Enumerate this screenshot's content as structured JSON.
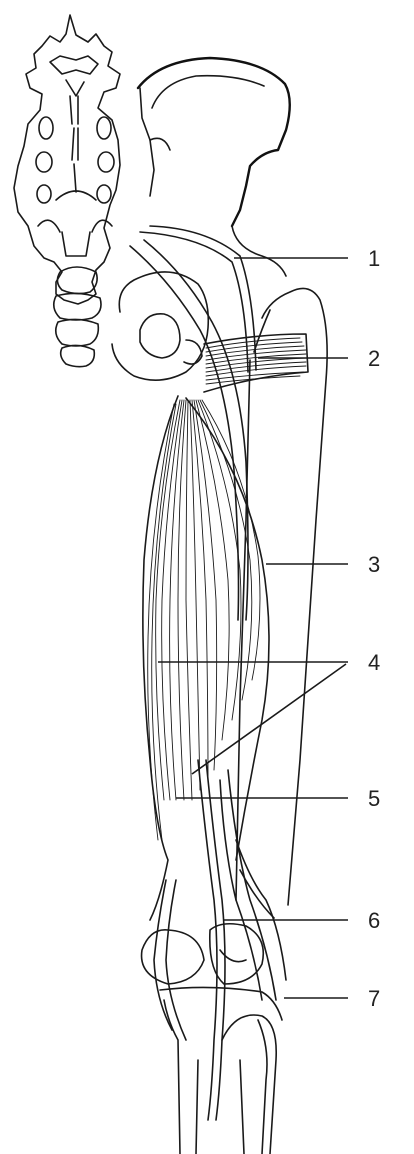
{
  "figure": {
    "labels": [
      {
        "id": "1",
        "text": "1"
      },
      {
        "id": "2",
        "text": "2"
      },
      {
        "id": "3",
        "text": "3"
      },
      {
        "id": "4",
        "text": "4"
      },
      {
        "id": "5",
        "text": "5"
      },
      {
        "id": "6",
        "text": "6"
      },
      {
        "id": "7",
        "text": "7"
      }
    ]
  }
}
